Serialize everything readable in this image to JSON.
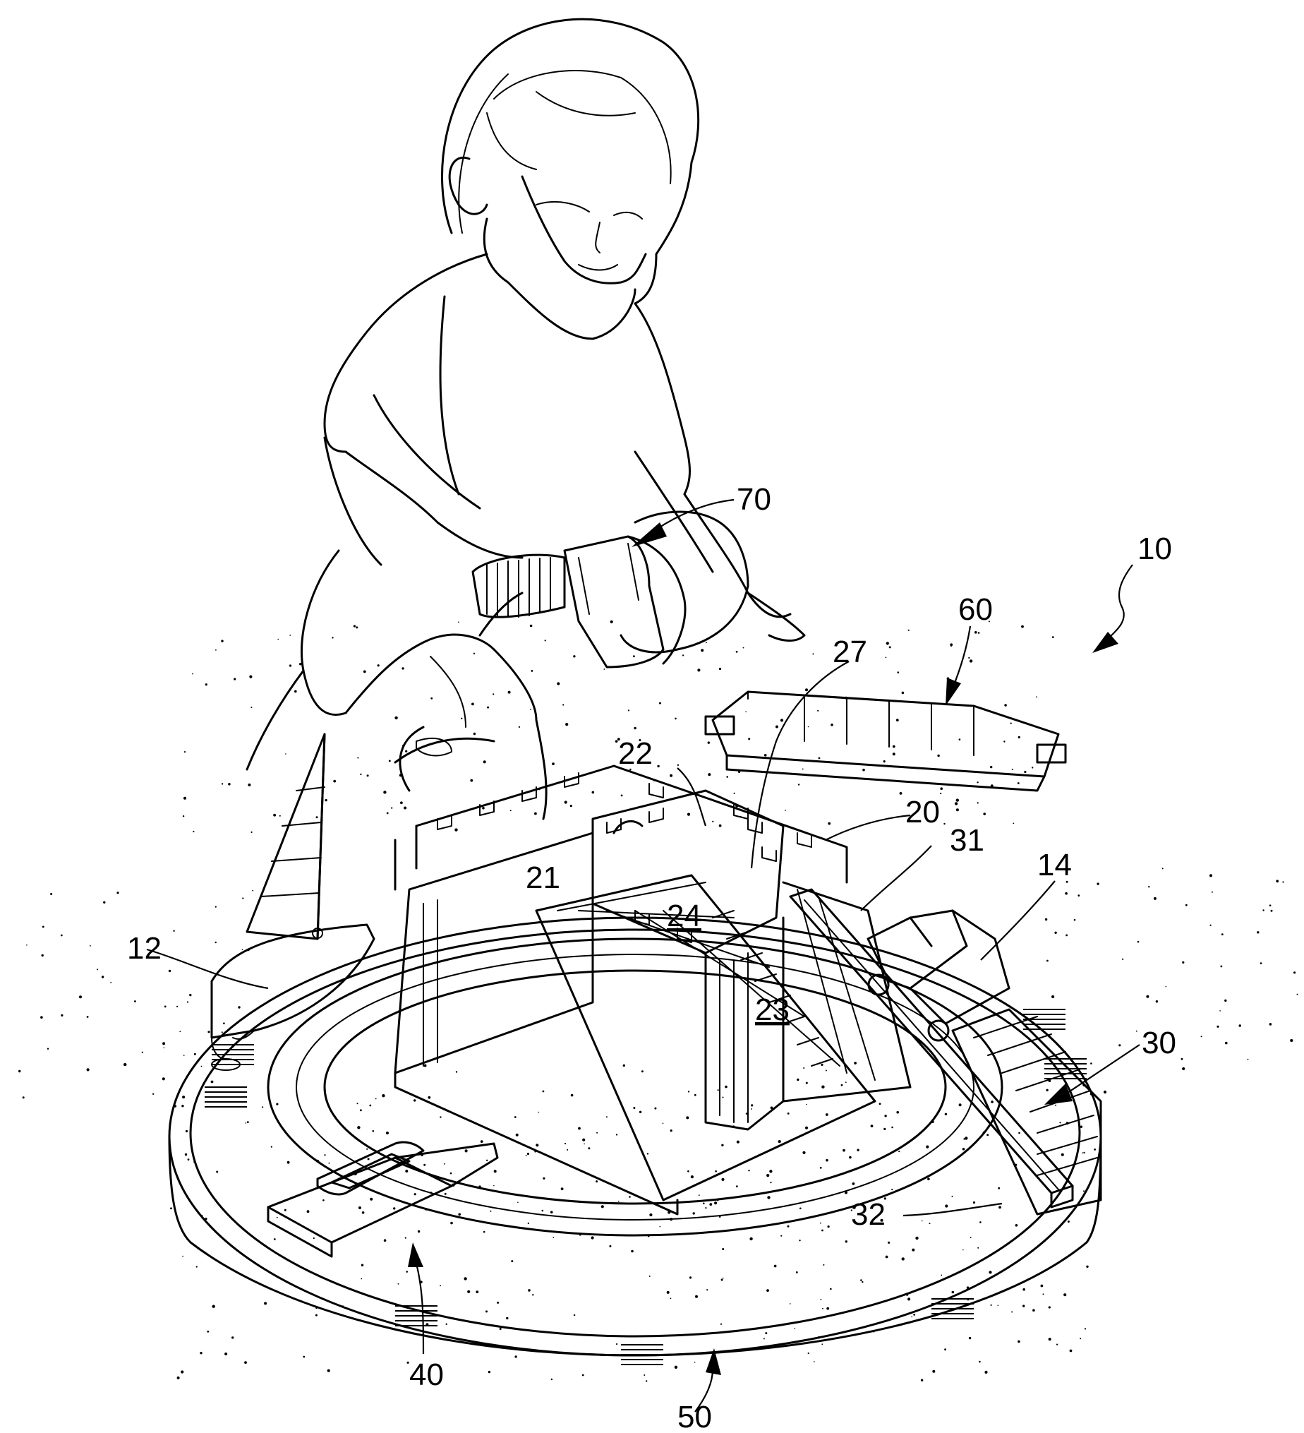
{
  "figure": {
    "reference_labels": {
      "r10": "10",
      "r12": "12",
      "r14": "14",
      "r20": "20",
      "r21": "21",
      "r22": "22",
      "r23": "23",
      "r24": "24",
      "r27": "27",
      "r30": "30",
      "r31": "31",
      "r32": "32",
      "r40": "40",
      "r50": "50",
      "r60": "60",
      "r70": "70"
    }
  }
}
